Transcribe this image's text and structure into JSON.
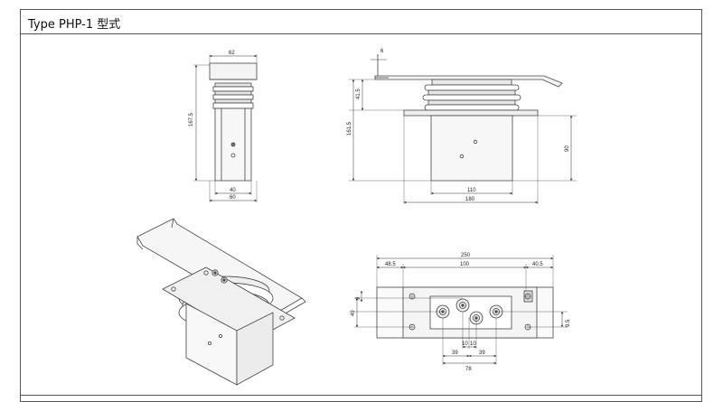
{
  "header": {
    "title": "Type PHP-1  型式"
  },
  "front_view": {
    "dims": {
      "top_width": "62",
      "height": "167.5",
      "bottom_inner": "40",
      "bottom_outer": "60"
    }
  },
  "side_view": {
    "dims": {
      "top_small": "6",
      "d_41_5": "41.5",
      "d_161_5": "161.5",
      "h_90": "90",
      "w_110": "110",
      "w_180": "180"
    }
  },
  "plan_view": {
    "dims": {
      "overall": "250",
      "left": "48.5",
      "middle": "100",
      "right": "40.5",
      "v_9": "9",
      "v_49": "49",
      "v_9_5": "9.5",
      "b_10a": "10",
      "b_10b": "10",
      "b_39a": "39",
      "b_39b": "39",
      "b_78": "78"
    }
  }
}
